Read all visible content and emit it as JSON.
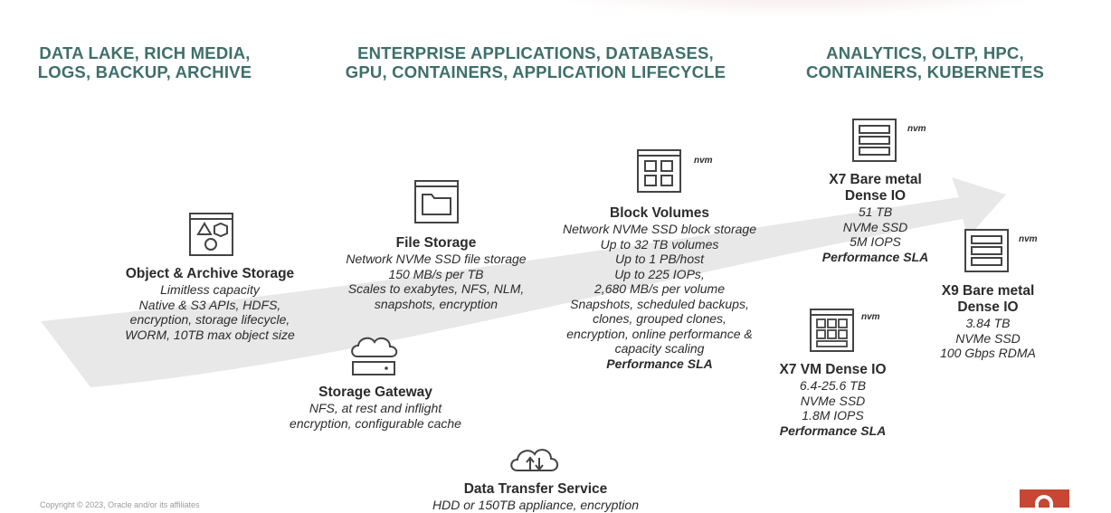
{
  "headings": {
    "left": "DATA LAKE, RICH MEDIA,\nLOGS, BACKUP, ARCHIVE",
    "center": "ENTERPRISE APPLICATIONS, DATABASES,\nGPU, CONTAINERS, APPLICATION LIFECYCLE",
    "right": "ANALYTICS, OLTP, HPC,\nCONTAINERS, KUBERNETES"
  },
  "colors": {
    "heading": "#3f6f6b",
    "arrow": "#e6e6e6",
    "accent": "#c74634"
  },
  "object_storage": {
    "icon": "shapes-window-icon",
    "title": "Object & Archive Storage",
    "lines": [
      "Limitless capacity",
      "Native & S3 APIs, HDFS,",
      "encryption, storage lifecycle,",
      "WORM, 10TB max object size"
    ]
  },
  "file_storage": {
    "icon": "folder-window-icon",
    "title": "File Storage",
    "lines": [
      "Network NVMe SSD file storage",
      "150 MB/s per TB",
      "Scales to exabytes, NFS, NLM,",
      "snapshots, encryption"
    ]
  },
  "storage_gateway": {
    "icon": "cloud-drive-icon",
    "title": "Storage Gateway",
    "lines": [
      "NFS, at rest and inflight",
      "encryption, configurable cache"
    ]
  },
  "block_volumes": {
    "icon": "grid-window-icon",
    "nvm": "nvm",
    "title": "Block Volumes",
    "lines": [
      "Network NVMe SSD block storage",
      "Up to 32 TB volumes",
      "Up to 1 PB/host",
      "Up to 225 IOPs,",
      "2,680 MB/s per volume",
      "Snapshots, scheduled backups,",
      "clones, grouped clones,",
      "encryption, online performance &",
      "capacity scaling"
    ],
    "sla": "Performance SLA"
  },
  "x7_bare_metal": {
    "icon": "server-rack-icon",
    "nvm": "nvm",
    "title_1": "X7 Bare metal",
    "title_2": "Dense IO",
    "lines": [
      "51 TB",
      "NVMe SSD",
      "5M IOPS"
    ],
    "sla": "Performance SLA"
  },
  "x9_bare_metal": {
    "icon": "server-rack-icon",
    "nvm": "nvm",
    "title_1": "X9 Bare metal",
    "title_2": "Dense IO",
    "lines": [
      "3.84 TB",
      "NVMe SSD",
      "100 Gbps RDMA"
    ]
  },
  "x7_vm": {
    "icon": "vm-grid-icon",
    "nvm": "nvm",
    "title": "X7 VM Dense IO",
    "lines": [
      "6.4-25.6 TB",
      "NVMe SSD",
      "1.8M IOPS"
    ],
    "sla": "Performance SLA"
  },
  "data_transfer": {
    "icon": "cloud-transfer-icon",
    "title": "Data Transfer Service",
    "lines": [
      "HDD or 150TB appliance, encryption"
    ]
  },
  "footer": {
    "copyright": "Copyright © 2023, Oracle and/or its affiliates"
  }
}
